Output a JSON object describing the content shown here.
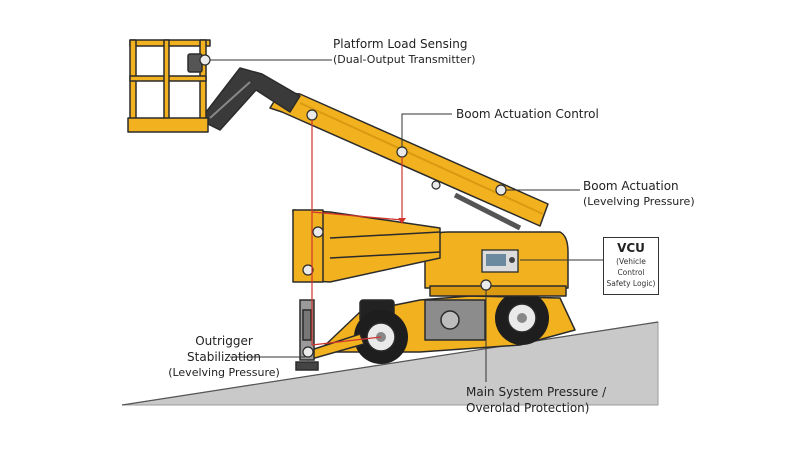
{
  "callouts": {
    "platform_load": {
      "line1": "Platform Load Sensing",
      "line2": "(Dual-Output Transmitter)"
    },
    "boom_control": {
      "line1": "Boom Actuation Control"
    },
    "boom_actuation": {
      "line1": "Boom Actuation",
      "line2": "(Levelving Pressure)"
    },
    "vcu": {
      "title": "VCU",
      "line1": "(Vehicle",
      "line2": "Control",
      "line3": "Safety Logic)"
    },
    "outrigger": {
      "line1": "Outrigger",
      "line2": "Stabilization",
      "line3": "(Levelving Pressure)"
    },
    "main_pressure": {
      "line1": "Main System Pressure /",
      "line2": "Overolad Protection)"
    }
  },
  "colors": {
    "machine_yellow": "#F2B11E",
    "machine_shade": "#D99A12",
    "outline": "#2B2B2B",
    "ground": "#C9C9C9",
    "leader_red": "#D0342C",
    "leader_dark": "#333333"
  }
}
